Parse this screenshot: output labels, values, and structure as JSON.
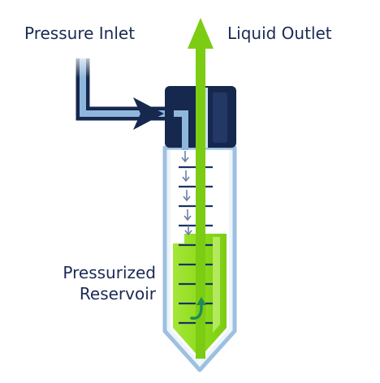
{
  "labels": {
    "pressure_inlet": "Pressure Inlet",
    "liquid_outlet": "Liquid Outlet",
    "reservoir_line1": "Pressurized",
    "reservoir_line2": "Reservoir"
  },
  "icons": {
    "inlet_arrow": "right-arrow-icon",
    "outlet_arrow": "up-arrow-icon",
    "pressure_arrows": "down-arrow-icon",
    "mixing_arrow": "curved-up-arrow-icon"
  },
  "colors": {
    "navy": "#16284e",
    "light_blue": "#8fb7dc",
    "tube_outline": "#8fb7dc",
    "liquid_green": "#8edc1c",
    "outlet_green": "#7ccc14",
    "mixing_arrow": "#1f8a55"
  }
}
